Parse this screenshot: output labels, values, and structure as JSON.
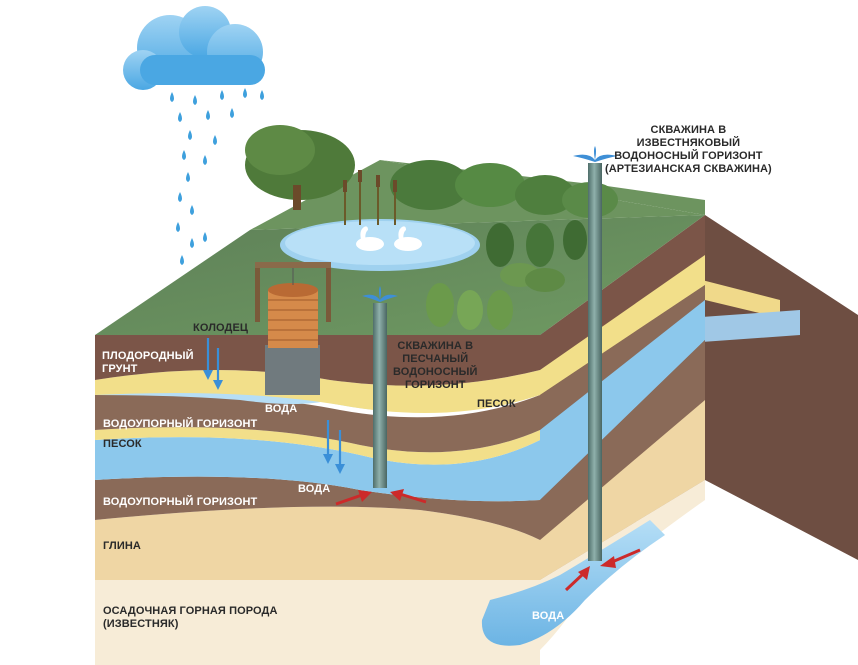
{
  "labels": {
    "kolodets": "КОЛОДЕЦ",
    "plodorodny_1": "ПЛОДОРОДНЫЙ",
    "plodorodny_2": "ГРУНТ",
    "voda_well": "ВОДА",
    "vodoupor_1": "ВОДОУПОРНЫЙ ГОРИЗОНТ",
    "pesok_left": "ПЕСОК",
    "voda_sand": "ВОДА",
    "vodoupor_2": "ВОДОУПОРНЫЙ ГОРИЗОНТ",
    "glina": "ГЛИНА",
    "osadochnaya_1": "ОСАДОЧНАЯ ГОРНАЯ ПОРОДА",
    "osadochnaya_2": "(ИЗВЕСТНЯК)",
    "pesok_right": "ПЕСОК",
    "skv_sand_1": "СКВАЖИНА В",
    "skv_sand_2": "ПЕСЧАНЫЙ",
    "skv_sand_3": "ВОДОНОСНЫЙ",
    "skv_sand_4": "ГОРИЗОНТ",
    "skv_art_1": "СКВАЖИНА В",
    "skv_art_2": "ИЗВЕСТНЯКОВЫЙ",
    "skv_art_3": "ВОДОНОСНЫЙ ГОРИЗОНТ",
    "skv_art_4": "(АРТЕЗИАНСКАЯ СКВАЖИНА)",
    "voda_limestone": "ВОДА"
  },
  "colors": {
    "grass": "#5f8a55",
    "soil": "#7b5548",
    "sand": "#f2df8a",
    "aquifer": "#8cc8ec",
    "clay_layer": "#8a6a58",
    "clay": "#efd6a4",
    "limestone": "#f7ecd7",
    "pipe": "#6b8a86",
    "arrow_red": "#cc2a2a",
    "arrow_blue": "#3a8fd8"
  }
}
